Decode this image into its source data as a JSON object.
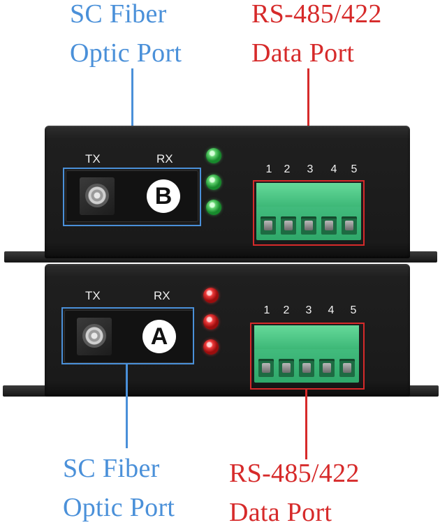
{
  "top_labels": {
    "fiber": [
      "SC Fiber",
      "Optic Port"
    ],
    "data": [
      "RS-485/422",
      "Data Port"
    ]
  },
  "bottom_labels": {
    "fiber": [
      "SC Fiber",
      "Optic Port"
    ],
    "data": [
      "RS-485/422",
      "Data Port"
    ]
  },
  "unit_b": {
    "tx": "TX",
    "rx": "RX",
    "letter": "B",
    "led_color": "green",
    "pins": [
      "1",
      "2",
      "3",
      "4",
      "5"
    ]
  },
  "unit_a": {
    "tx": "TX",
    "rx": "RX",
    "letter": "A",
    "led_color": "red",
    "pins": [
      "1",
      "2",
      "3",
      "4",
      "5"
    ]
  },
  "colors": {
    "fiber_callout": "#4a90d9",
    "data_callout": "#d62a2a"
  }
}
